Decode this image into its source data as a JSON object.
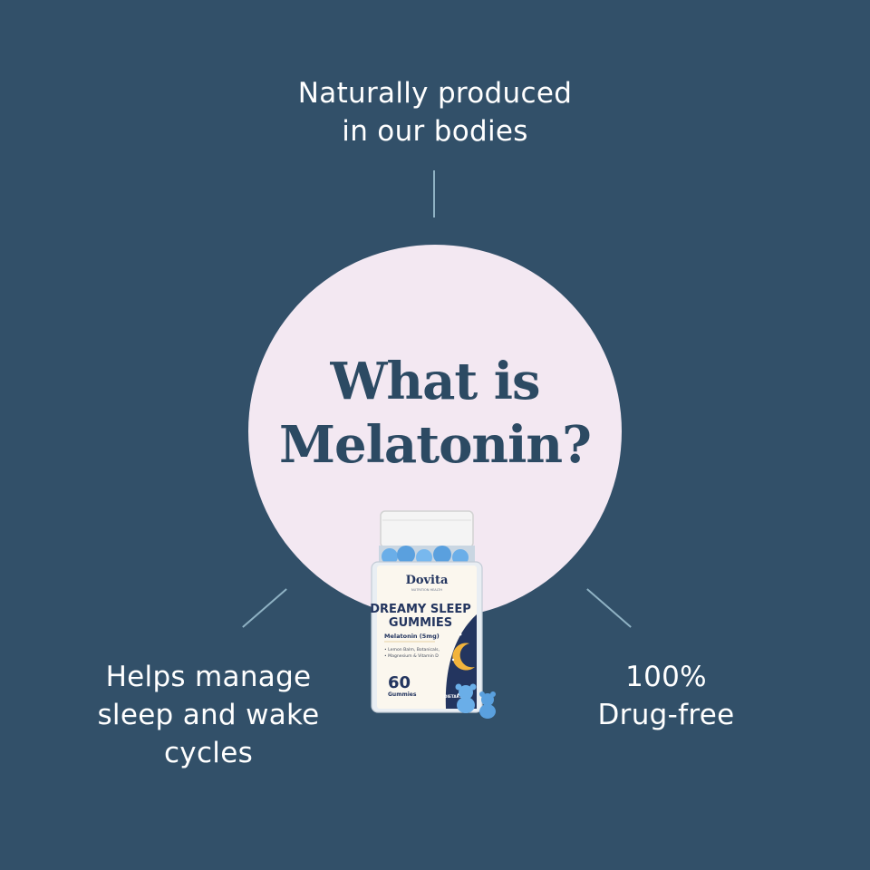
{
  "headline": {
    "line1": "What is",
    "line2": "Melatonin?"
  },
  "callouts": {
    "top": {
      "line1": "Naturally produced",
      "line2": "in our bodies"
    },
    "left": {
      "line1": "Helps manage",
      "line2": "sleep and wake",
      "line3": "cycles"
    },
    "right": {
      "line1": "100%",
      "line2": "Drug-free"
    }
  },
  "product": {
    "brand": "Dovita",
    "brand_sub": "NUTRITION HEALTH",
    "name_line1": "DREAMY SLEEP",
    "name_line2": "GUMMIES",
    "dose": "Melatonin (5mg)",
    "ingredients_line1": "• Lemon Balm, Botanicals,",
    "ingredients_line2": "• Magnesium & Vitamin D",
    "count": "60",
    "count_unit": "Gummies",
    "footer": "DIETARY S"
  },
  "colors": {
    "background": "#325069",
    "circle": "#f3e8f2",
    "headline": "#2c4a63",
    "callout_text": "#ffffff",
    "connector": "#8fb2c4",
    "label_navy": "#23355f",
    "gummy_blue": "#6aaee8",
    "moon": "#f2b43c"
  },
  "icons": [
    "moon-icon",
    "star-icon",
    "gummy-bear-icon"
  ]
}
